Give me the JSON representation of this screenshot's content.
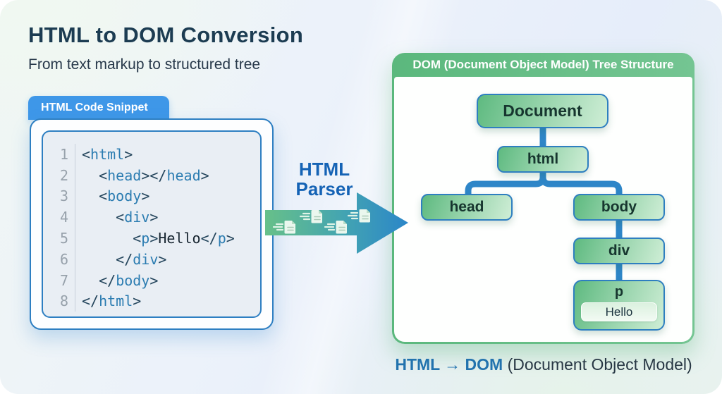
{
  "header": {
    "title": "HTML to DOM Conversion",
    "subtitle": "From text markup to structured tree"
  },
  "code_panel": {
    "tab_label": "HTML Code Snippet",
    "lines": [
      {
        "num": "1",
        "code": "<html>"
      },
      {
        "num": "2",
        "code": "  <head></head>"
      },
      {
        "num": "3",
        "code": "  <body>"
      },
      {
        "num": "4",
        "code": "    <div>"
      },
      {
        "num": "5",
        "code": "      <p>Hello</p>"
      },
      {
        "num": "6",
        "code": "    </div>"
      },
      {
        "num": "7",
        "code": "  </body>"
      },
      {
        "num": "8",
        "code": "</html>"
      }
    ]
  },
  "parser": {
    "label_line1": "HTML",
    "label_line2": "Parser",
    "flow_icon": "document-icon"
  },
  "dom_tree": {
    "panel_header": "DOM (Document Object Model) Tree Structure",
    "nodes": {
      "document": {
        "label": "Document"
      },
      "html": {
        "label": "html"
      },
      "head": {
        "label": "head"
      },
      "body": {
        "label": "body"
      },
      "div": {
        "label": "div"
      },
      "p": {
        "label": "p",
        "text_child": "Hello"
      }
    }
  },
  "caption": {
    "strong": "HTML → DOM",
    "rest": " (Document Object Model)"
  },
  "colors": {
    "title_text": "#1c3c52",
    "tab_blue": "#3e97e8",
    "panel_border_blue": "#2e7fc2",
    "code_bg": "#e9eef4",
    "tag_name_blue": "#2b7cb1",
    "bracket_navy": "#24455c",
    "parser_text_blue": "#1563b5",
    "arrow_green": "#67c089",
    "arrow_blue": "#2b86c8",
    "dom_header_green": "#62bd80",
    "node_gradient_start": "#5eba80",
    "node_gradient_end": "#cfeed6",
    "connector_blue": "#2e86c8",
    "caption_blue": "#2273ae"
  }
}
